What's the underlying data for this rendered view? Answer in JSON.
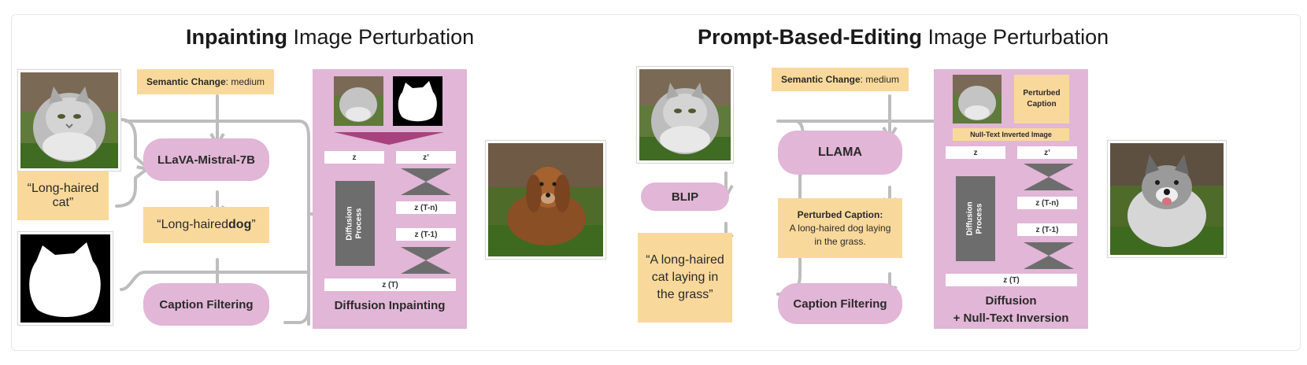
{
  "left": {
    "title_bold": "Inpainting",
    "title_rest": " Image Perturbation",
    "semantic_label": "Semantic Change",
    "semantic_value": ": medium",
    "caption_line1": "“Long-haired",
    "caption_line2": "cat”",
    "model": "LLaVA-Mistral-7B",
    "new_caption_prefix": "“Long-haired ",
    "new_caption_bold": "dog",
    "new_caption_suffix": "”",
    "filter": "Caption Filtering",
    "panel": {
      "z": "z",
      "z_prime": "z’",
      "z_tn": "z (T-n)",
      "z_t1": "z (T-1)",
      "z_t": "z (T)",
      "process_line1": "Diffusion",
      "process_line2": "Process",
      "title": "Diffusion Inpainting"
    }
  },
  "right": {
    "title_bold": "Prompt-Based-Editing",
    "title_rest": " Image Perturbation",
    "semantic_label": "Semantic Change",
    "semantic_value": ": medium",
    "blip": "BLIP",
    "caption_line1": "“A long-haired",
    "caption_line2": "cat laying in",
    "caption_line3": "the grass”",
    "model": "LLAMA",
    "perturbed_title": "Perturbed Caption:",
    "perturbed_line1": "A long-haired dog laying",
    "perturbed_line2": "in the grass.",
    "filter": "Caption Filtering",
    "panel": {
      "perturbed_caption_line1": "Perturbed",
      "perturbed_caption_line2": "Caption",
      "null_text_label": "Null-Text Inverted Image",
      "z": "z",
      "z_prime": "z’",
      "z_tn": "z (T-n)",
      "z_t1": "z (T-1)",
      "z_t": "z (T)",
      "process_line1": "Diffusion",
      "process_line2": "Process",
      "title_line1": "Diffusion",
      "title_line2": "+ Null-Text Inversion"
    }
  },
  "colors": {
    "yellow": "#f9d99b",
    "pink": "#e1b6d6",
    "arrow_gray": "#bdbdbd",
    "process_gray": "#6d6d6d",
    "mask_arrow": "#a8427e"
  }
}
